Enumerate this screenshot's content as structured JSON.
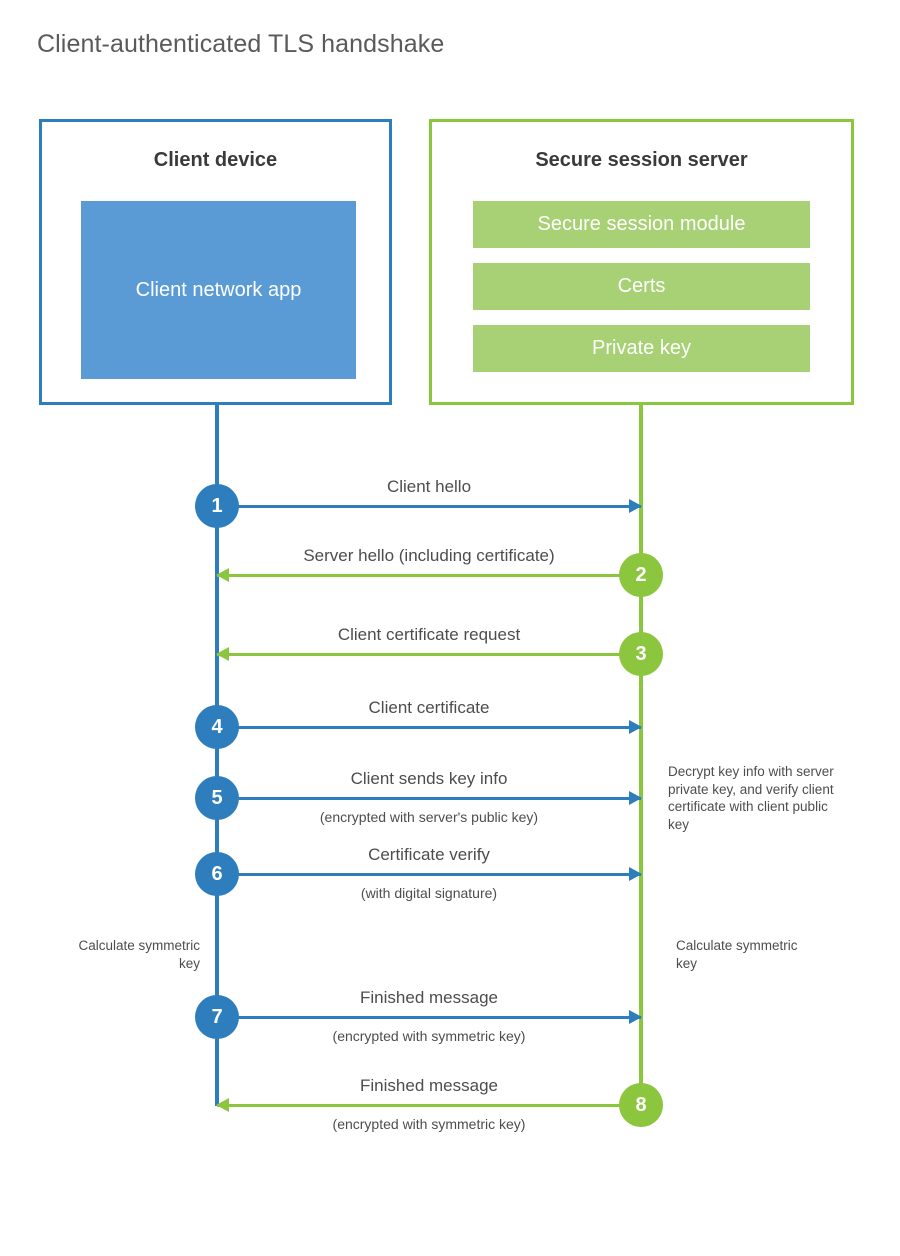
{
  "title": "Client-authenticated TLS handshake",
  "colors": {
    "blue_line": "#2e7ebd",
    "blue_fill": "#5b9bd5",
    "green_line": "#8cc63e",
    "green_fill": "#a8d175",
    "text": "#4d4d4d",
    "heading": "#3a3a3a",
    "background": "#ffffff"
  },
  "client": {
    "title": "Client device",
    "app_label": "Client network app"
  },
  "server": {
    "title": "Secure session server",
    "blocks": [
      {
        "label": "Secure session module"
      },
      {
        "label": "Certs"
      },
      {
        "label": "Private key"
      }
    ]
  },
  "notes": {
    "server_decrypt": "Decrypt key info with server private key, and verify client certificate with client public key",
    "client_calculate": "Calculate symmetric key",
    "server_calculate": "Calculate symmetric key"
  },
  "steps": [
    {
      "number": "1",
      "label": "Client hello",
      "sublabel": "",
      "direction": "client-to-server",
      "color": "blue"
    },
    {
      "number": "2",
      "label": "Server hello (including certificate)",
      "sublabel": "",
      "direction": "server-to-client",
      "color": "green"
    },
    {
      "number": "3",
      "label": "Client certificate request",
      "sublabel": "",
      "direction": "server-to-client",
      "color": "green"
    },
    {
      "number": "4",
      "label": "Client certificate",
      "sublabel": "",
      "direction": "client-to-server",
      "color": "blue"
    },
    {
      "number": "5",
      "label": "Client sends key info",
      "sublabel": "(encrypted with server's public key)",
      "direction": "client-to-server",
      "color": "blue"
    },
    {
      "number": "6",
      "label": "Certificate verify",
      "sublabel": "(with digital signature)",
      "direction": "client-to-server",
      "color": "blue"
    },
    {
      "number": "7",
      "label": "Finished message",
      "sublabel": "(encrypted with symmetric key)",
      "direction": "client-to-server",
      "color": "blue"
    },
    {
      "number": "8",
      "label": "Finished message",
      "sublabel": "(encrypted with symmetric key)",
      "direction": "server-to-client",
      "color": "green"
    }
  ]
}
